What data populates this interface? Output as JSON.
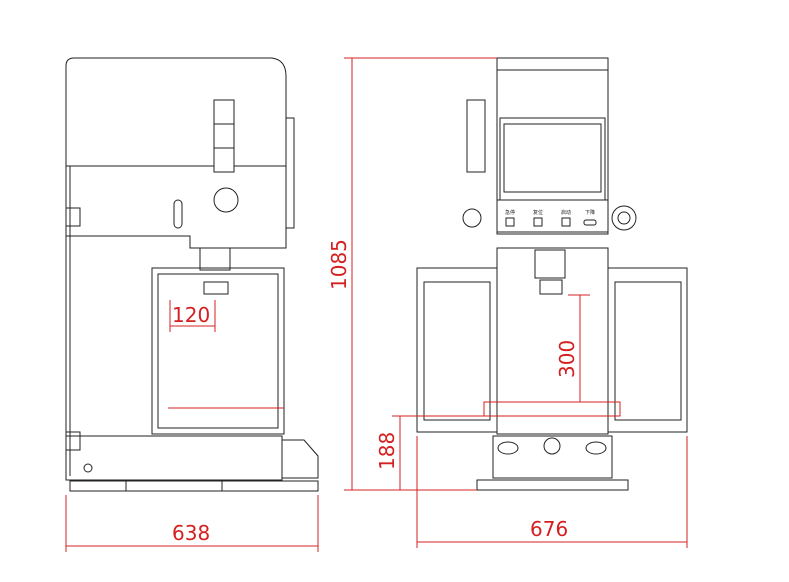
{
  "drawing": {
    "dimensions": {
      "side_width": "638",
      "front_width": "676",
      "total_height": "1085",
      "table_height": "188",
      "stroke": "300",
      "throat_depth": "120"
    },
    "panel_labels": [
      "急停",
      "复位",
      "启动",
      "下降"
    ],
    "screen_brand": " ",
    "colors": {
      "line": "#222222",
      "dimension": "#d42020"
    }
  }
}
